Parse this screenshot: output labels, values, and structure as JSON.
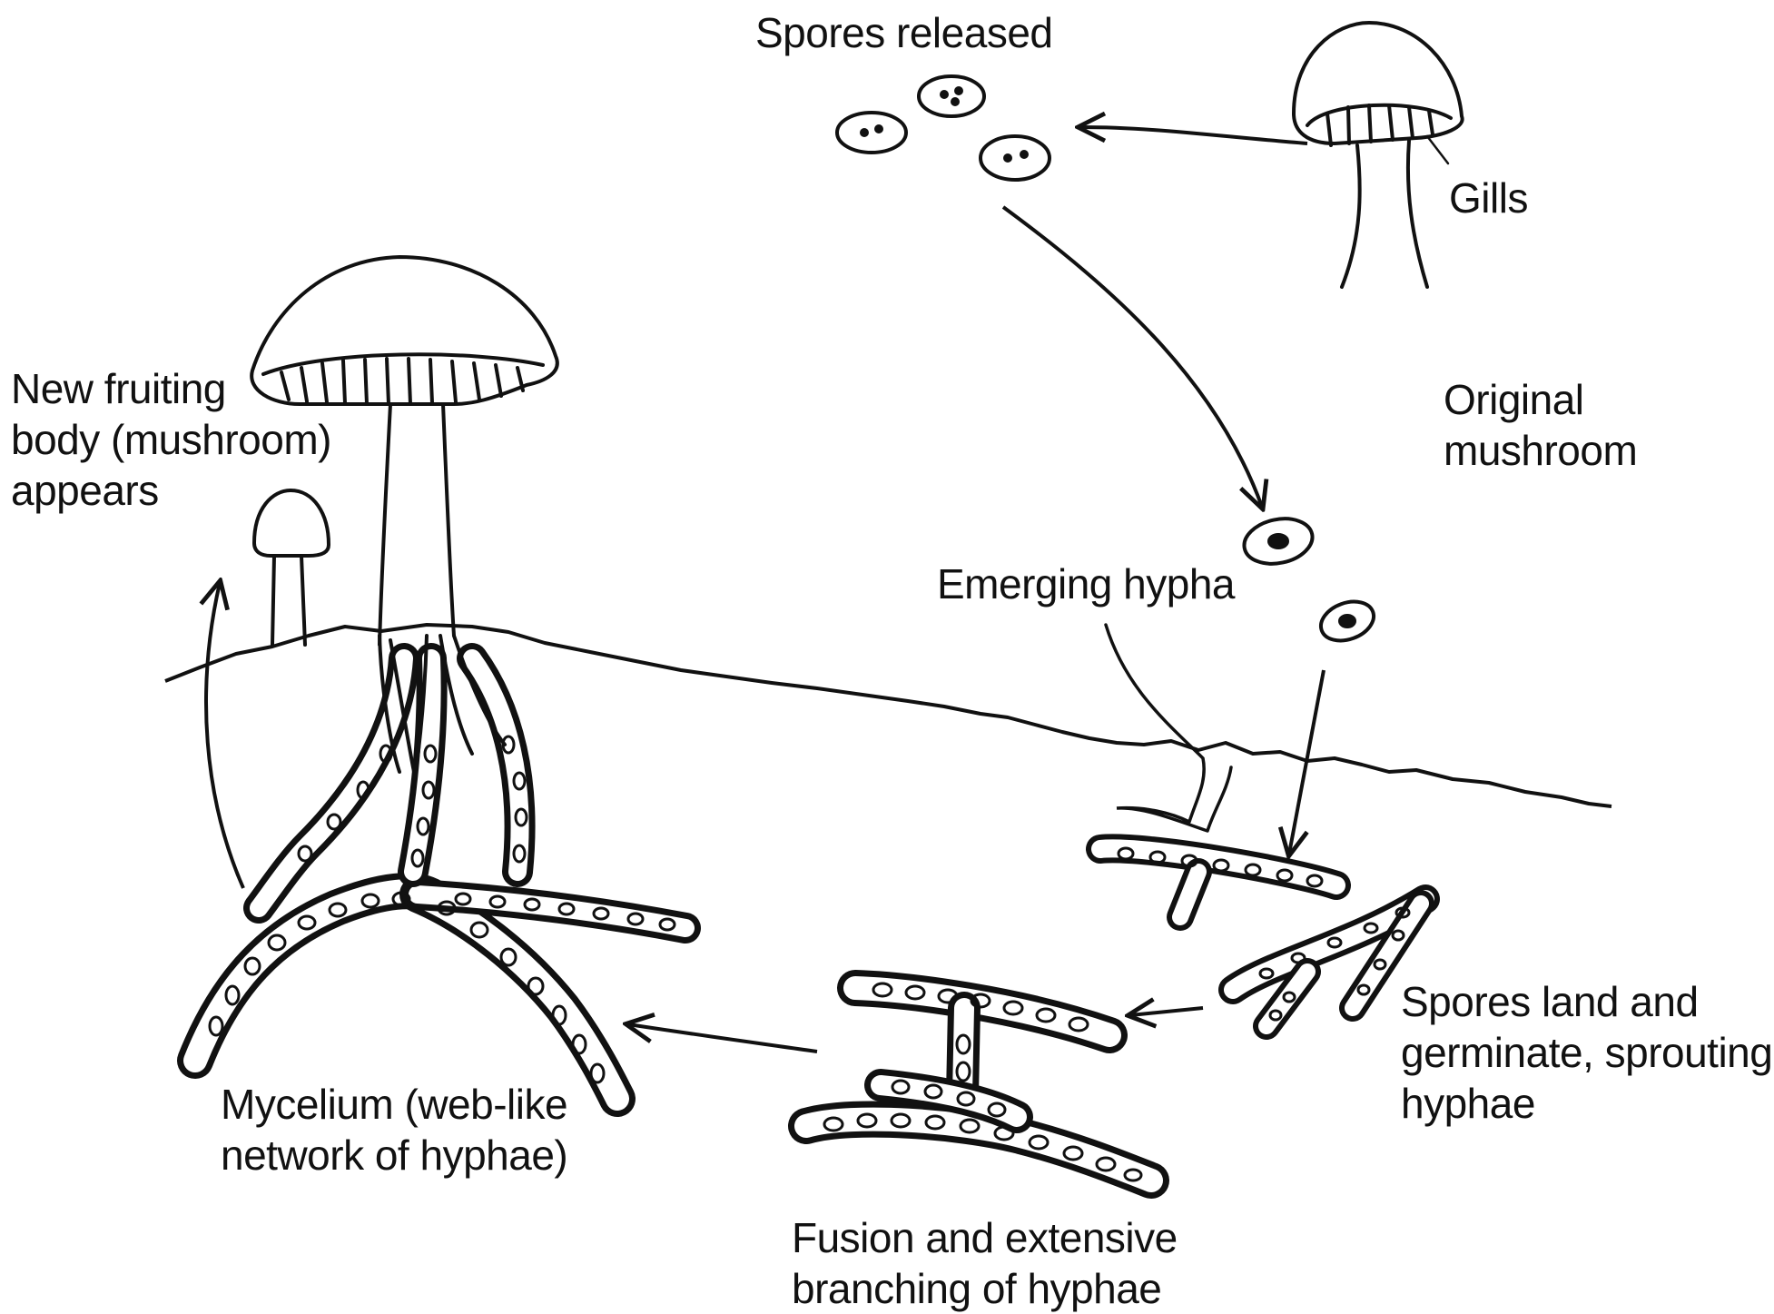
{
  "diagram": {
    "labels": {
      "spores_released": "Spores released",
      "gills": "Gills",
      "original_mushroom": [
        "Original",
        "mushroom"
      ],
      "new_fruiting_body": [
        "New fruiting",
        "body (mushroom)",
        "appears"
      ],
      "emerging_hypha": "Emerging hypha",
      "spores_land": [
        "Spores land and",
        "germinate, sprouting",
        "hyphae"
      ],
      "mycelium": [
        "Mycelium (web-like",
        "network of hyphae)"
      ],
      "fusion": [
        "Fusion and extensive",
        "branching of hyphae"
      ]
    },
    "colors": {
      "ink": "#111111",
      "background": "#ffffff"
    }
  }
}
